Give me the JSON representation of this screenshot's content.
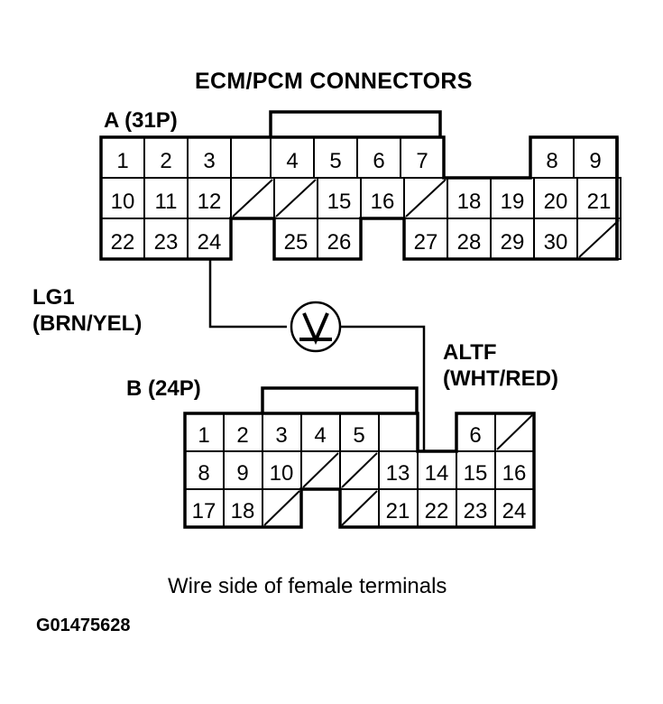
{
  "figure": {
    "title": "ECM/PCM CONNECTORS",
    "caption": "Wire side of female terminals",
    "figure_id": "G01475628",
    "ink_color": "#000000",
    "background_color": "#ffffff"
  },
  "connectors": [
    {
      "id": "A",
      "label": "A (31P)",
      "pin_count_label": "31P",
      "columns": 12,
      "rows": 3,
      "grid": [
        [
          "1",
          "2",
          "3",
          "4",
          "5",
          "6",
          "7",
          "",
          "",
          "",
          "8",
          "9"
        ],
        [
          "10",
          "11",
          "12",
          "x",
          "x",
          "15",
          "16",
          "x",
          "18",
          "19",
          "20",
          "21"
        ],
        [
          "22",
          "23",
          "24",
          "",
          "25",
          "26",
          "",
          "27",
          "28",
          "29",
          "30",
          "x"
        ]
      ]
    },
    {
      "id": "B",
      "label": "B (24P)",
      "pin_count_label": "24P",
      "columns": 8,
      "rows": 3,
      "grid": [
        [
          "1",
          "2",
          "3",
          "4",
          "5",
          "",
          "6",
          "x"
        ],
        [
          "8",
          "9",
          "10",
          "x",
          "x",
          "13",
          "14",
          "15"
        ],
        [
          "17",
          "18",
          "x",
          "",
          "x",
          "21",
          "22",
          "23"
        ]
      ]
    }
  ],
  "connector_b_extra": {
    "row2_last": "16",
    "row3_last": "24"
  },
  "wires": [
    {
      "name": "LG1",
      "label_line1": "LG1",
      "label_line2": "(BRN/YEL)",
      "color_code": "BRN/YEL",
      "from": "A-24",
      "to": "voltmeter"
    },
    {
      "name": "ALTF",
      "label_line1": "ALTF",
      "label_line2": "(WHT/RED)",
      "color_code": "WHT/RED",
      "from": "B-13",
      "to": "voltmeter"
    }
  ],
  "instrument": {
    "name": "voltmeter",
    "symbol": "V",
    "type": "circle-meter"
  }
}
